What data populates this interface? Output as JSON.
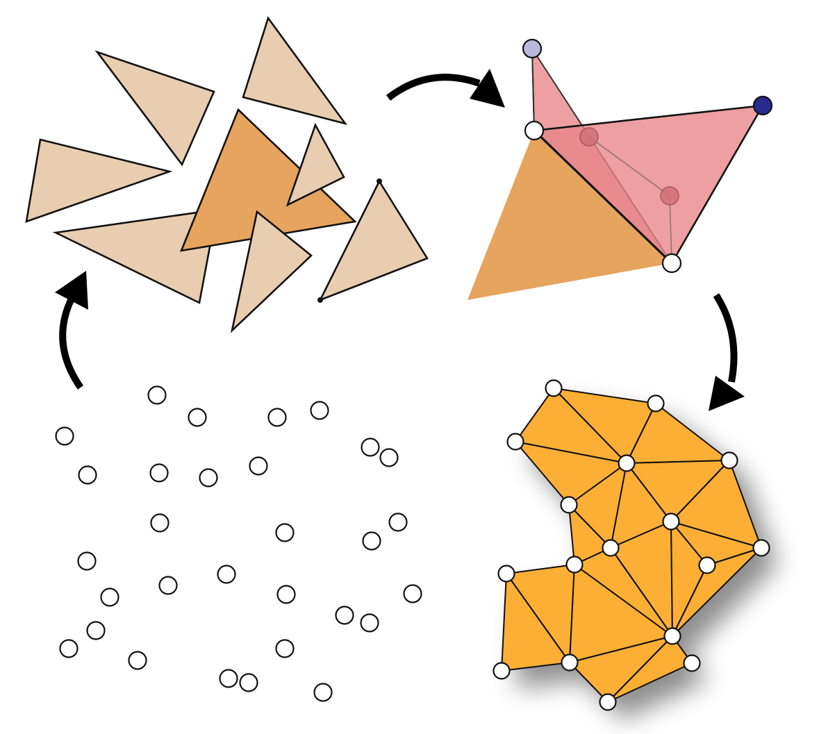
{
  "figure": {
    "stages": [
      "point-cloud",
      "triangle-soup",
      "tetrahedron-step",
      "triangle-mesh"
    ],
    "colors": {
      "soup_triangle": "#E8CDB1",
      "highlight_triangle": "#E6A45E",
      "tetra_faces": "#E88488",
      "mesh_fill": "#FDAF35",
      "apex_light": "#B9B8DC",
      "apex_dark": "#272A8E",
      "outline": "#111111",
      "arrow": "#000000"
    },
    "arrows": [
      {
        "from": "point-cloud",
        "to": "triangle-soup"
      },
      {
        "from": "triangle-soup",
        "to": "tetrahedron-step"
      },
      {
        "from": "tetrahedron-step",
        "to": "triangle-mesh"
      }
    ]
  }
}
